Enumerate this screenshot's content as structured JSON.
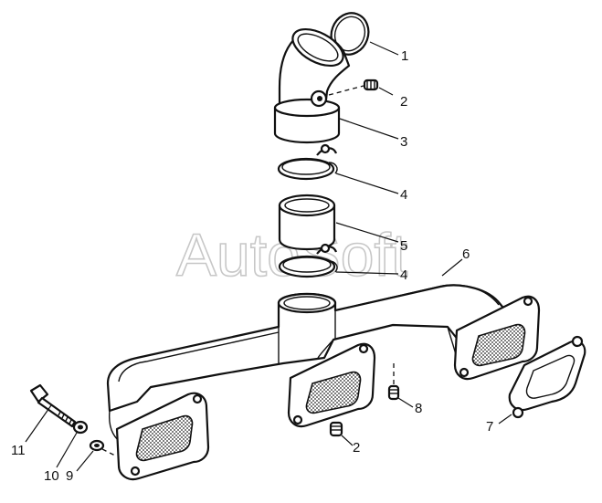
{
  "watermark": "AutoSoft",
  "callouts": [
    {
      "id": "c1",
      "text": "1"
    },
    {
      "id": "c2a",
      "text": "2"
    },
    {
      "id": "c3",
      "text": "3"
    },
    {
      "id": "c4a",
      "text": "4"
    },
    {
      "id": "c5",
      "text": "5"
    },
    {
      "id": "c4b",
      "text": "4"
    },
    {
      "id": "c6",
      "text": "6"
    },
    {
      "id": "c7",
      "text": "7"
    },
    {
      "id": "c8",
      "text": "8"
    },
    {
      "id": "c2b",
      "text": "2"
    },
    {
      "id": "c11",
      "text": "11"
    },
    {
      "id": "c10",
      "text": "10"
    },
    {
      "id": "c9",
      "text": "9"
    }
  ]
}
